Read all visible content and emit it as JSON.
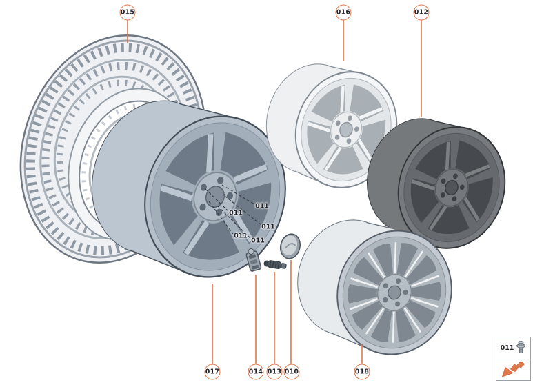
{
  "callouts": {
    "top": [
      {
        "label": "015"
      },
      {
        "label": "016"
      },
      {
        "label": "012"
      }
    ],
    "bottom": [
      {
        "label": "017"
      },
      {
        "label": "014"
      },
      {
        "label": "013"
      },
      {
        "label": "010"
      },
      {
        "label": "018"
      }
    ],
    "bolt_labels": [
      {
        "label": "011"
      },
      {
        "label": "011"
      },
      {
        "label": "011"
      },
      {
        "label": "011"
      },
      {
        "label": "011"
      }
    ]
  },
  "legend": {
    "bolt_label": "011"
  },
  "colors": {
    "accent_orange": "#e0764a",
    "callout_text": "#26262b",
    "dashed_leader": "#33363b",
    "tire_line": "#8f99a3",
    "wheel_mounted_body": "#b5bfca",
    "wheel_white_body": "#f5f6f8",
    "wheel_dark_body": "#777a7e",
    "wheel_silver_body": "#c3cad1",
    "legend_border": "#9aa0a6"
  }
}
